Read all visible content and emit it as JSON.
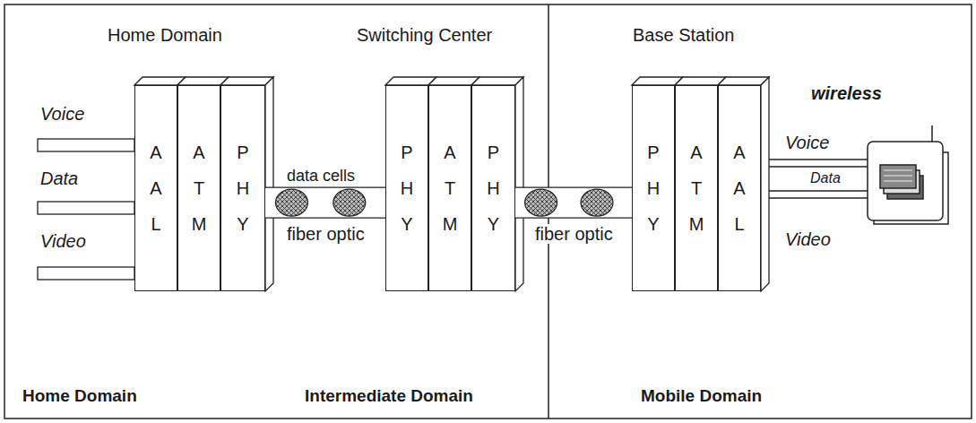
{
  "diagram": {
    "nodes": [
      {
        "text": [
          "A A L"
        ]
      },
      {
        "text": [
          "A T M"
        ]
      },
      {
        "text": [
          "P H Y"
        ]
      },
      {
        "text": [
          "P H Y"
        ]
      },
      {
        "text": [
          "A T M"
        ]
      },
      {
        "text": [
          "P H Y"
        ]
      },
      {
        "text": [
          "P H Y"
        ]
      },
      {
        "text": [
          "A T M"
        ]
      },
      {
        "text": [
          "A A L"
        ]
      }
    ],
    "edges": [
      {
        "from": 2,
        "to": 3,
        "arrow": "none",
        "label": "fiber optic"
      },
      {
        "from": 5,
        "to": 6,
        "arrow": "none",
        "label": "fiber optic"
      }
    ],
    "labels": [
      "Home Domain",
      "Switching Center",
      "Base Station",
      "wireless",
      "Voice",
      "Data",
      "Video",
      "data cells",
      "Voice",
      "Data",
      "Video",
      "Home Domain",
      "Intermediate Domain",
      "Mobile Domain"
    ]
  }
}
